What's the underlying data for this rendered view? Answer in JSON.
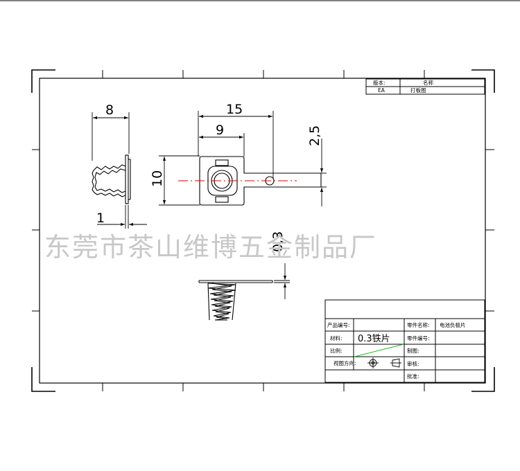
{
  "watermark": "东莞市茶山维博五金制品厂",
  "dimensions": {
    "spring_width": "8",
    "spring_gap": "1",
    "plate_length": "15",
    "hole_offset": "9",
    "plate_height": "10",
    "tab_offset": "2,5",
    "thickness": "0,3"
  },
  "revision_block": {
    "version_label": "版本:",
    "name_label": "名称",
    "version_value": "EA",
    "name_value": "打板图"
  },
  "title_block": {
    "product_no_label": "产品编号:",
    "part_name_label": "零件名称:",
    "part_name_value": "电池负极片",
    "material_label": "材料:",
    "material_value": "0.3铁片",
    "part_no_label": "零件编号:",
    "scale_label": "比例:",
    "drawn_label": "制图:",
    "view_dir_label": "视图方向:",
    "review_label": "审核:",
    "approve_label": "批准:"
  }
}
